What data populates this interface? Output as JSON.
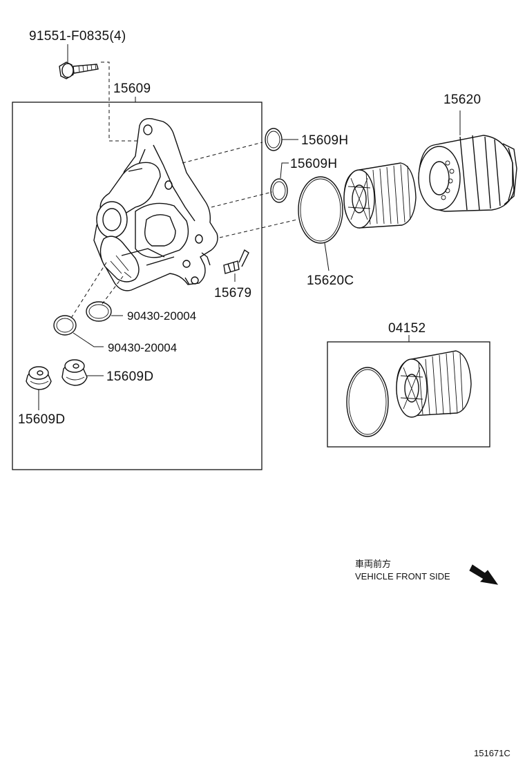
{
  "labels": {
    "bolt": "91551-F0835(4)",
    "housing": "15609",
    "cap": "15620",
    "oring_h1": "15609H",
    "oring_h2": "15609H",
    "gasket_c": "15620C",
    "clip": "15679",
    "oring_90430_a": "90430-20004",
    "oring_90430_b": "90430-20004",
    "plug_right": "15609D",
    "plug_left": "15609D",
    "element_kit": "04152"
  },
  "direction": {
    "jp": "車両前方",
    "en": "VEHICLE FRONT SIDE"
  },
  "figure_id": "151671C"
}
